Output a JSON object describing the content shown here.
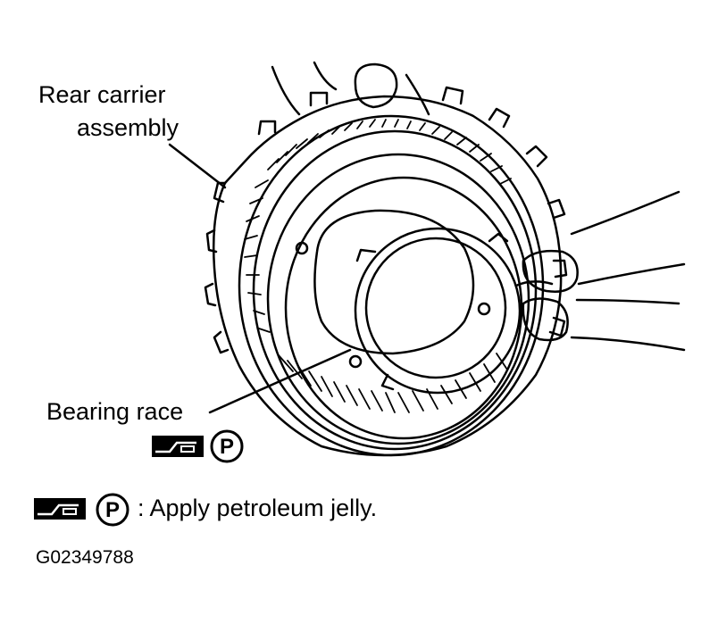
{
  "labels": {
    "rear_carrier_line1": "Rear carrier",
    "rear_carrier_line2": "assembly",
    "bearing_race": "Bearing race"
  },
  "legend": {
    "text": ": Apply petroleum jelly.",
    "icon_letter": "P"
  },
  "figure_code": "G02349788",
  "colors": {
    "ink": "#000000",
    "paper": "#ffffff"
  },
  "icons": [
    "grease-gun-icon",
    "petroleum-p-icon"
  ]
}
